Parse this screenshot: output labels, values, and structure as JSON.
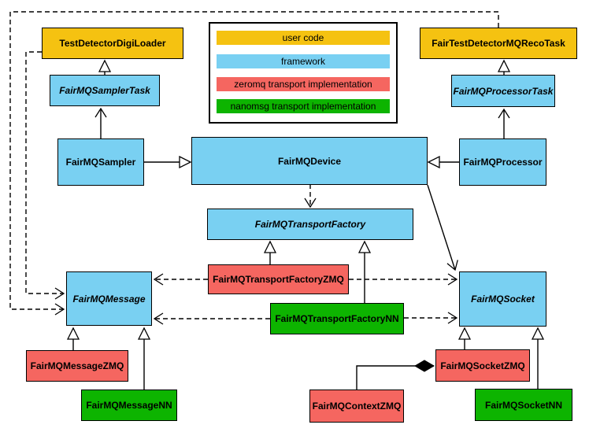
{
  "colors": {
    "user_code": "#f5c211",
    "framework": "#79d0f2",
    "zeromq": "#f56660",
    "nanomsg": "#0db400"
  },
  "legend": {
    "items": [
      {
        "label": "user code",
        "type": "user_code"
      },
      {
        "label": "framework",
        "type": "framework"
      },
      {
        "label": "zeromq transport implementation",
        "type": "zeromq"
      },
      {
        "label": "nanomsg transport implementation",
        "type": "nanomsg"
      }
    ]
  },
  "nodes": {
    "testDetectorDigiLoader": {
      "label": "TestDetectorDigiLoader",
      "type": "user_code"
    },
    "fairTestDetectorMQRecoTask": {
      "label": "FairTestDetectorMQRecoTask",
      "type": "user_code"
    },
    "fairMQSamplerTask": {
      "label": "FairMQSamplerTask",
      "type": "framework",
      "abstract": true
    },
    "fairMQProcessorTask": {
      "label": "FairMQProcessorTask",
      "type": "framework",
      "abstract": true
    },
    "fairMQSampler": {
      "label": "FairMQSampler",
      "type": "framework"
    },
    "fairMQDevice": {
      "label": "FairMQDevice",
      "type": "framework"
    },
    "fairMQProcessor": {
      "label": "FairMQProcessor",
      "type": "framework"
    },
    "fairMQTransportFactory": {
      "label": "FairMQTransportFactory",
      "type": "framework",
      "abstract": true
    },
    "fairMQTransportFactoryZMQ": {
      "label": "FairMQTransportFactoryZMQ",
      "type": "zeromq"
    },
    "fairMQTransportFactoryNN": {
      "label": "FairMQTransportFactoryNN",
      "type": "nanomsg"
    },
    "fairMQMessage": {
      "label": "FairMQMessage",
      "type": "framework",
      "abstract": true
    },
    "fairMQSocket": {
      "label": "FairMQSocket",
      "type": "framework",
      "abstract": true
    },
    "fairMQMessageZMQ": {
      "label": "FairMQMessageZMQ",
      "type": "zeromq"
    },
    "fairMQMessageNN": {
      "label": "FairMQMessageNN",
      "type": "nanomsg"
    },
    "fairMQContextZMQ": {
      "label": "FairMQContextZMQ",
      "type": "zeromq"
    },
    "fairMQSocketZMQ": {
      "label": "FairMQSocketZMQ",
      "type": "zeromq"
    },
    "fairMQSocketNN": {
      "label": "FairMQSocketNN",
      "type": "nanomsg"
    }
  },
  "edges": [
    {
      "from": "fairMQSamplerTask",
      "to": "testDetectorDigiLoader",
      "kind": "inheritance"
    },
    {
      "from": "fairMQSampler",
      "to": "fairMQSamplerTask",
      "kind": "association"
    },
    {
      "from": "fairMQProcessorTask",
      "to": "fairTestDetectorMQRecoTask",
      "kind": "inheritance"
    },
    {
      "from": "fairMQProcessor",
      "to": "fairMQProcessorTask",
      "kind": "association"
    },
    {
      "from": "fairMQSampler",
      "to": "fairMQDevice",
      "kind": "inheritance"
    },
    {
      "from": "fairMQProcessor",
      "to": "fairMQDevice",
      "kind": "inheritance"
    },
    {
      "from": "fairMQDevice",
      "to": "fairMQTransportFactory",
      "kind": "dependency"
    },
    {
      "from": "fairMQDevice",
      "to": "fairMQSocket",
      "kind": "association"
    },
    {
      "from": "fairMQTransportFactoryZMQ",
      "to": "fairMQTransportFactory",
      "kind": "inheritance"
    },
    {
      "from": "fairMQTransportFactoryNN",
      "to": "fairMQTransportFactory",
      "kind": "inheritance"
    },
    {
      "from": "fairMQTransportFactoryZMQ",
      "to": "fairMQMessage",
      "kind": "dependency"
    },
    {
      "from": "fairMQTransportFactoryZMQ",
      "to": "fairMQSocket",
      "kind": "dependency"
    },
    {
      "from": "fairMQTransportFactoryNN",
      "to": "fairMQMessage",
      "kind": "dependency"
    },
    {
      "from": "fairMQTransportFactoryNN",
      "to": "fairMQSocket",
      "kind": "dependency"
    },
    {
      "from": "testDetectorDigiLoader",
      "to": "fairMQMessage",
      "kind": "dependency"
    },
    {
      "from": "fairTestDetectorMQRecoTask",
      "to": "fairMQMessage",
      "kind": "dependency"
    },
    {
      "from": "fairMQMessageZMQ",
      "to": "fairMQMessage",
      "kind": "inheritance"
    },
    {
      "from": "fairMQMessageNN",
      "to": "fairMQMessage",
      "kind": "inheritance"
    },
    {
      "from": "fairMQSocketZMQ",
      "to": "fairMQSocket",
      "kind": "inheritance"
    },
    {
      "from": "fairMQSocketNN",
      "to": "fairMQSocket",
      "kind": "inheritance"
    },
    {
      "from": "fairMQContextZMQ",
      "to": "fairMQSocketZMQ",
      "kind": "composition"
    }
  ]
}
